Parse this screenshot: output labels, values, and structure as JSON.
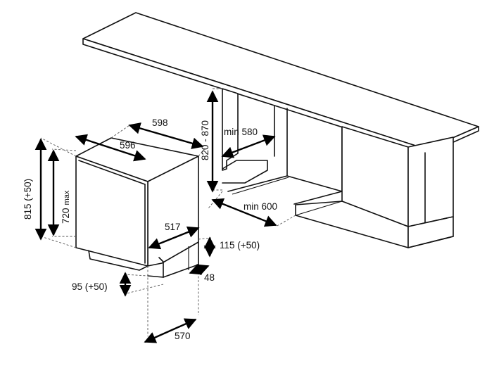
{
  "dimensions": {
    "top_width": "598",
    "front_width": "596",
    "height_total": "815 (+50)",
    "height_max": "720",
    "height_max_unit": "max",
    "niche_height": "820 - 870",
    "niche_width_min": "min 580",
    "niche_depth_min": "min 600",
    "depth_517": "517",
    "plinth_height": "115 (+50)",
    "plinth_offset": "48",
    "foot_height": "95 (+50)",
    "base_depth": "570"
  }
}
